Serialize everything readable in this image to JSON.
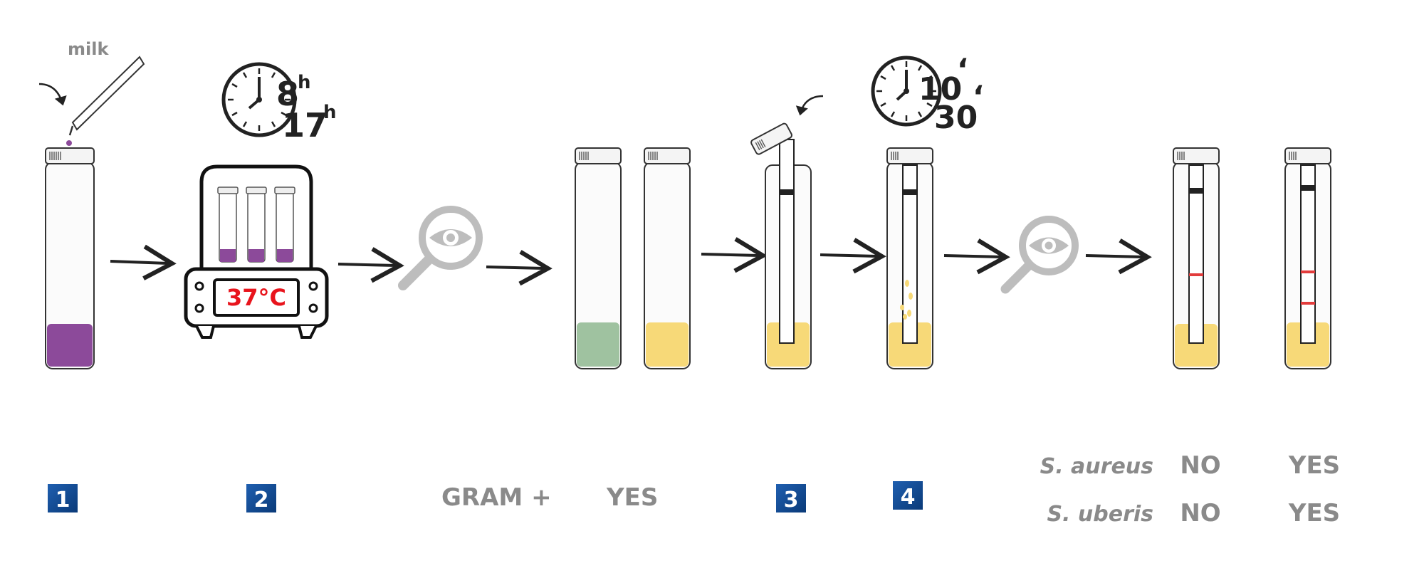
{
  "milk_label": "milk",
  "incubator_display": "37°C",
  "clock_1": {
    "top": "8",
    "top_unit": "h",
    "bottom": "17",
    "bottom_unit": "h"
  },
  "clock_2": {
    "top": "10",
    "top_unit": "ʻ",
    "bottom": "30",
    "bottom_unit": "ʻ"
  },
  "steps": {
    "s1": "1",
    "s2": "2",
    "s3": "3",
    "s4": "4"
  },
  "gram_label": "GRAM +",
  "gram_yes": "YES",
  "results": {
    "row1": {
      "organism": "S. aureus",
      "left": "NO",
      "right": "YES"
    },
    "row2": {
      "organism": "S. uberis",
      "left": "NO",
      "right": "YES"
    }
  },
  "colors": {
    "purple": "#8c4a9a",
    "green": "#9fc2a0",
    "yellow": "#f7d978",
    "red_line": "#e23c3c",
    "badge": "#0f4f96",
    "display_text": "#e8141c",
    "magnifier": "#bdbdbd"
  },
  "icons": [
    "pipette-icon",
    "clock-icon",
    "incubator-icon",
    "magnifier-eye-icon",
    "arrow-icon",
    "vial-icon",
    "test-strip-icon"
  ]
}
